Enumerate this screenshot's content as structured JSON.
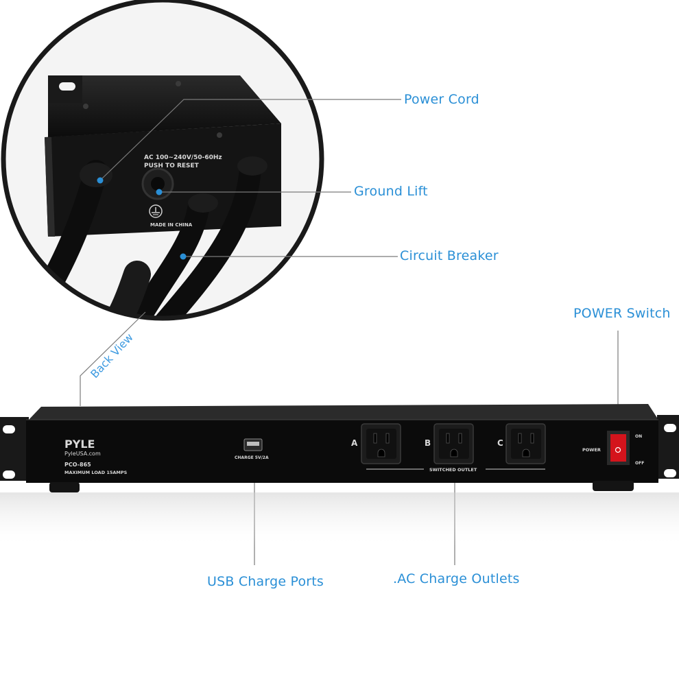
{
  "callouts": {
    "power_cord": "Power Cord",
    "ground_lift": "Ground Lift",
    "circuit_breaker": "Circuit Breaker",
    "power_switch": "POWER Switch",
    "usb_charge_ports": "USB Charge Ports",
    "ac_charge_outlets": ".AC Charge Outlets",
    "back_view": "Back View"
  },
  "back_panel": {
    "rating": "AC 100~240V/50-60Hz",
    "reset": "PUSH TO RESET",
    "origin": "MADE IN CHINA"
  },
  "front_panel": {
    "brand": "PYLE",
    "website": "PyleUSA.com",
    "model": "PCO-865",
    "max_load": "MAXIMUM LOAD 15AMPS",
    "usb_label": "CHARGE 5V/2A",
    "outlet_a": "A",
    "outlet_b": "B",
    "outlet_c": "C",
    "switched_outlet": "SWITCHED OUTLET",
    "power": "POWER",
    "on": "ON",
    "off": "OFF"
  },
  "colors": {
    "accent": "#2a8fd6",
    "chassis": "#111111",
    "switch_red": "#d4141c"
  }
}
